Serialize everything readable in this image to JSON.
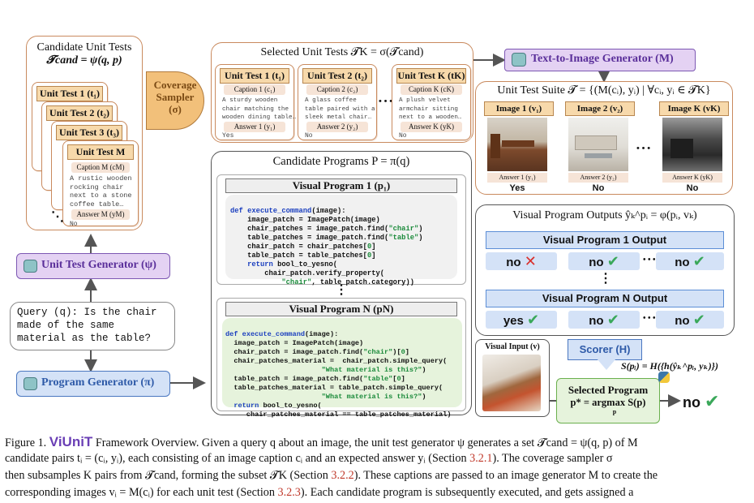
{
  "candidate_unit_tests": {
    "title": "Candidate Unit Tests",
    "formula": "𝓣cand = ψ(q, p)",
    "cards": [
      "Unit Test 1 (t₁)",
      "Unit Test 2 (t₂)",
      "Unit Test 3 (t₃)",
      "Unit Test M (tM)"
    ],
    "front_caption_label": "Caption M (cM)",
    "front_caption_text": "A rustic wooden\nrocking chair\nnext to a stone\ncoffee table…",
    "front_answer_label": "Answer M (yM)",
    "front_answer_value": "No",
    "ellipsis": "⋱"
  },
  "coverage_sampler": {
    "label": "Coverage\nSampler",
    "symbol": "(σ)"
  },
  "selected_unit_tests": {
    "title": "Selected Unit Tests  𝓣K = σ(𝓣cand)",
    "cards": [
      {
        "head": "Unit Test 1 (t₁)",
        "caption_label": "Caption 1 (c₁)",
        "caption_text": "A sturdy wooden\nchair matching the\nwooden dining table…",
        "answer_label": "Answer 1 (y₁)",
        "answer": "Yes"
      },
      {
        "head": "Unit Test 2 (t₂)",
        "caption_label": "Caption 2 (c₂)",
        "caption_text": "A glass coffee\ntable paired with a\nsleek metal chair…",
        "answer_label": "Answer 2 (y₂)",
        "answer": "No"
      },
      {
        "head": "Unit Test K (tK)",
        "caption_label": "Caption K (cK)",
        "caption_text": "A plush velvet\narmchair sitting\nnext to a wooden…",
        "answer_label": "Answer K (yK)",
        "answer": "No"
      }
    ],
    "dots": "• • •"
  },
  "t2i_generator": {
    "label": "Text-to-Image Generator (M)"
  },
  "unit_test_suite": {
    "title": "Unit Test Suite 𝓣 = {(M(cᵢ), yᵢ) | ∀cᵢ, yᵢ ∈ 𝓣K}",
    "images": [
      {
        "head": "Image 1 (v₁)",
        "answer_label": "Answer 1 (y₁)",
        "answer": "Yes"
      },
      {
        "head": "Image 2 (v₂)",
        "answer_label": "Answer 2 (y₂)",
        "answer": "No"
      },
      {
        "head": "Image K (vK)",
        "answer_label": "Answer K (yK)",
        "answer": "No"
      }
    ],
    "dots": "• • •"
  },
  "unit_test_generator": {
    "label": "Unit Test Generator (ψ)"
  },
  "query": {
    "text": "Query (q): Is the chair\nmade of the same\nmaterial as the table?"
  },
  "program_generator": {
    "label": "Program Generator (π)"
  },
  "candidate_programs": {
    "title": "Candidate Programs  P = π(q)",
    "program1_title": "Visual Program 1 (p₁)",
    "programN_title": "Visual Program N (pN)",
    "ellipsis": "⋮"
  },
  "outputs": {
    "title": "Visual Program Outputs  ŷₖ^pᵢ = φ(pᵢ, vₖ)",
    "p1_bar": "Visual Program 1 Output",
    "pN_bar": "Visual Program N Output",
    "p1_cells": [
      "no",
      "no",
      "no"
    ],
    "pN_cells": [
      "yes",
      "no",
      "no"
    ],
    "dots": "• • •",
    "vdots": "⋮"
  },
  "visual_input": {
    "label": "Visual Input (v)"
  },
  "scorer": {
    "label": "Scorer (H)",
    "formula": "S(pᵢ) = H({h(ŷₖ^pᵢ, yₖ)})"
  },
  "selected_program": {
    "title": "Selected Program",
    "formula": "p* = argmax S(p)",
    "sub": "p",
    "result": "no"
  },
  "figure_caption": {
    "line1_a": "Figure 1. ",
    "logo": "ViUniT",
    "line1_b": " Framework Overview. Given a query q about an image, the unit test generator ψ generates a set 𝓣cand = ψ(q, p) of M",
    "line2_a": "candidate pairs tᵢ = (cᵢ, yᵢ), each consisting of an image caption cᵢ and an expected answer yᵢ (Section ",
    "line2_ref": "3.2.1",
    "line2_b": "). The coverage sampler σ",
    "line3_a": "then subsamples K pairs from 𝓣cand, forming the subset 𝓣K (Section ",
    "line3_ref": "3.2.2",
    "line3_b": "). These captions are passed to an image generator M to create the",
    "line4_a": "corresponding images vᵢ = M(cᵢ) for each unit test (Section ",
    "line4_ref": "3.2.3",
    "line4_b": "). Each candidate program is subsequently executed, and gets assigned a"
  },
  "colors": {
    "tan": "#c98a5e",
    "orange_fill": "#f7d9ab",
    "blue_fill": "#d4e2f7",
    "purple_fill": "#e4d2f3",
    "green_check": "#3aa85a",
    "red_x": "#d9302c",
    "keyword": "#1b3fbf",
    "string": "#1a8a3a"
  }
}
